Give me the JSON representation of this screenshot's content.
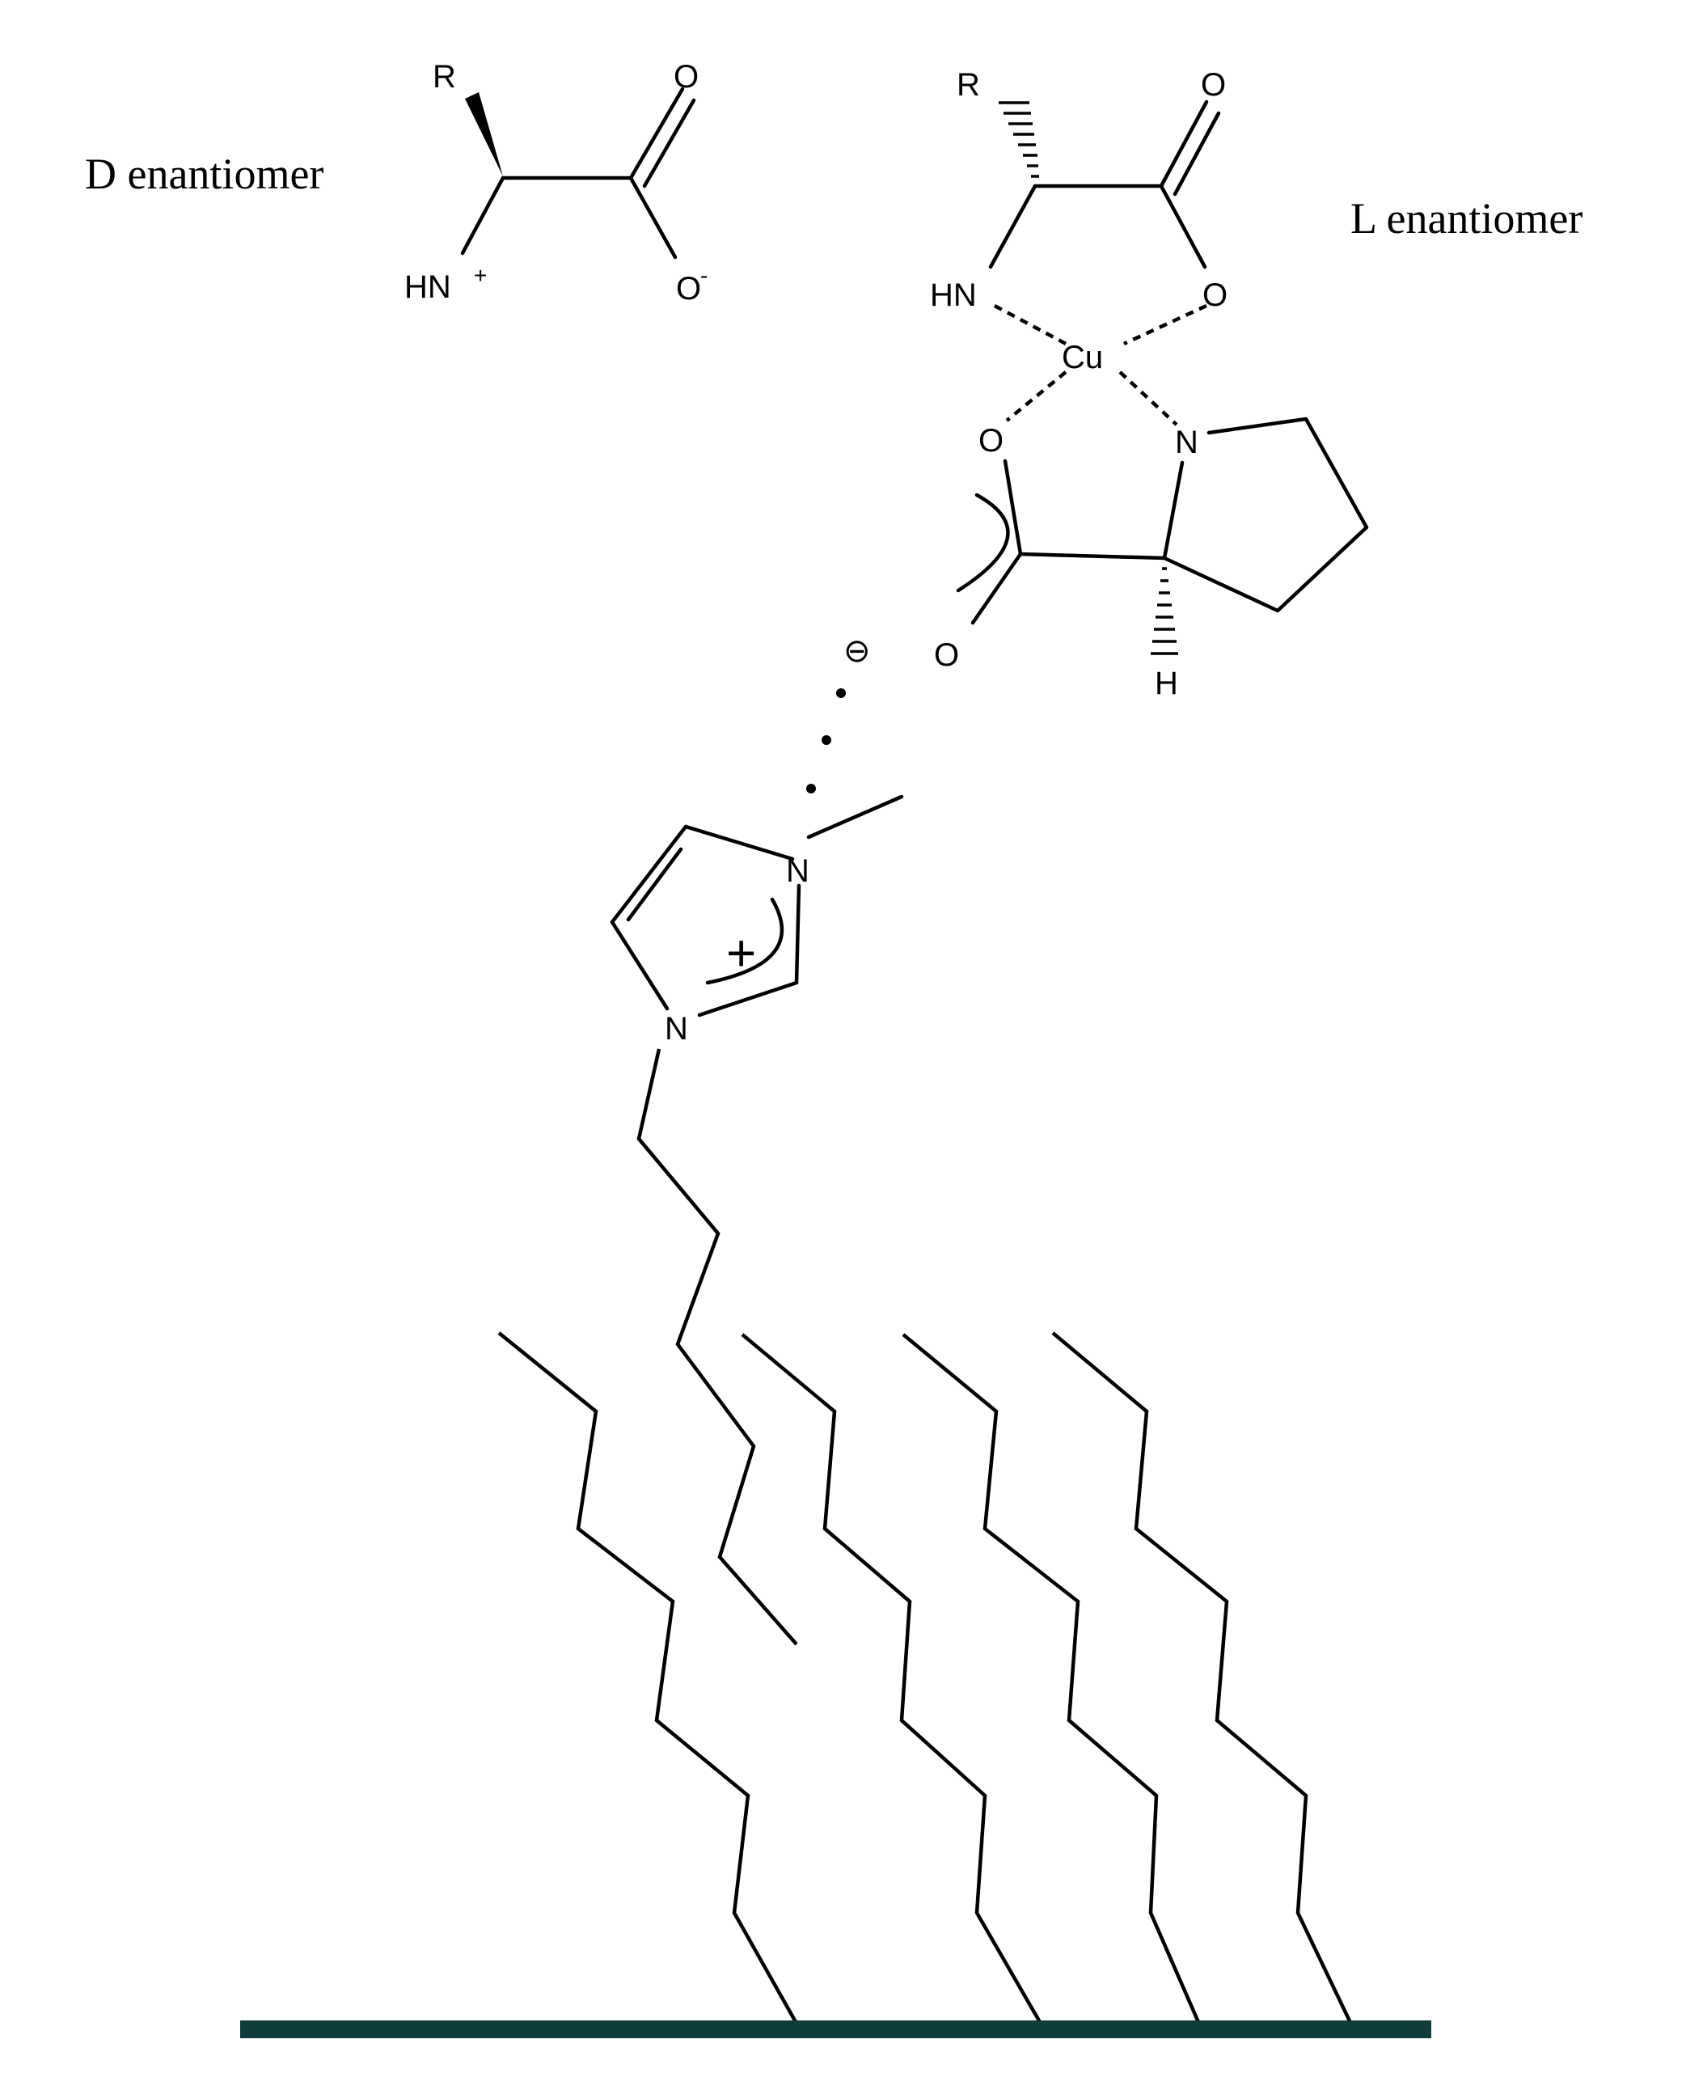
{
  "labels": {
    "d_enantiomer": "D enantiomer",
    "l_enantiomer": "L enantiomer"
  },
  "d_amino_acid": {
    "r": "R",
    "o_double": "O",
    "hn": "HN",
    "plus": "+",
    "o_minus": "O",
    "minus": "-"
  },
  "l_amino_acid": {
    "r": "R",
    "o_double": "O",
    "hn": "HN",
    "o": "O",
    "cu": "Cu"
  },
  "proline": {
    "o_top": "O",
    "n": "N",
    "o_bottom": "O",
    "h": "H",
    "anion_charge": "⊖"
  },
  "imidazolium": {
    "n_top": "N",
    "n_bottom": "N",
    "charge": "+"
  },
  "colors": {
    "substrate": "#0e3d3b",
    "ink": "#000000"
  }
}
